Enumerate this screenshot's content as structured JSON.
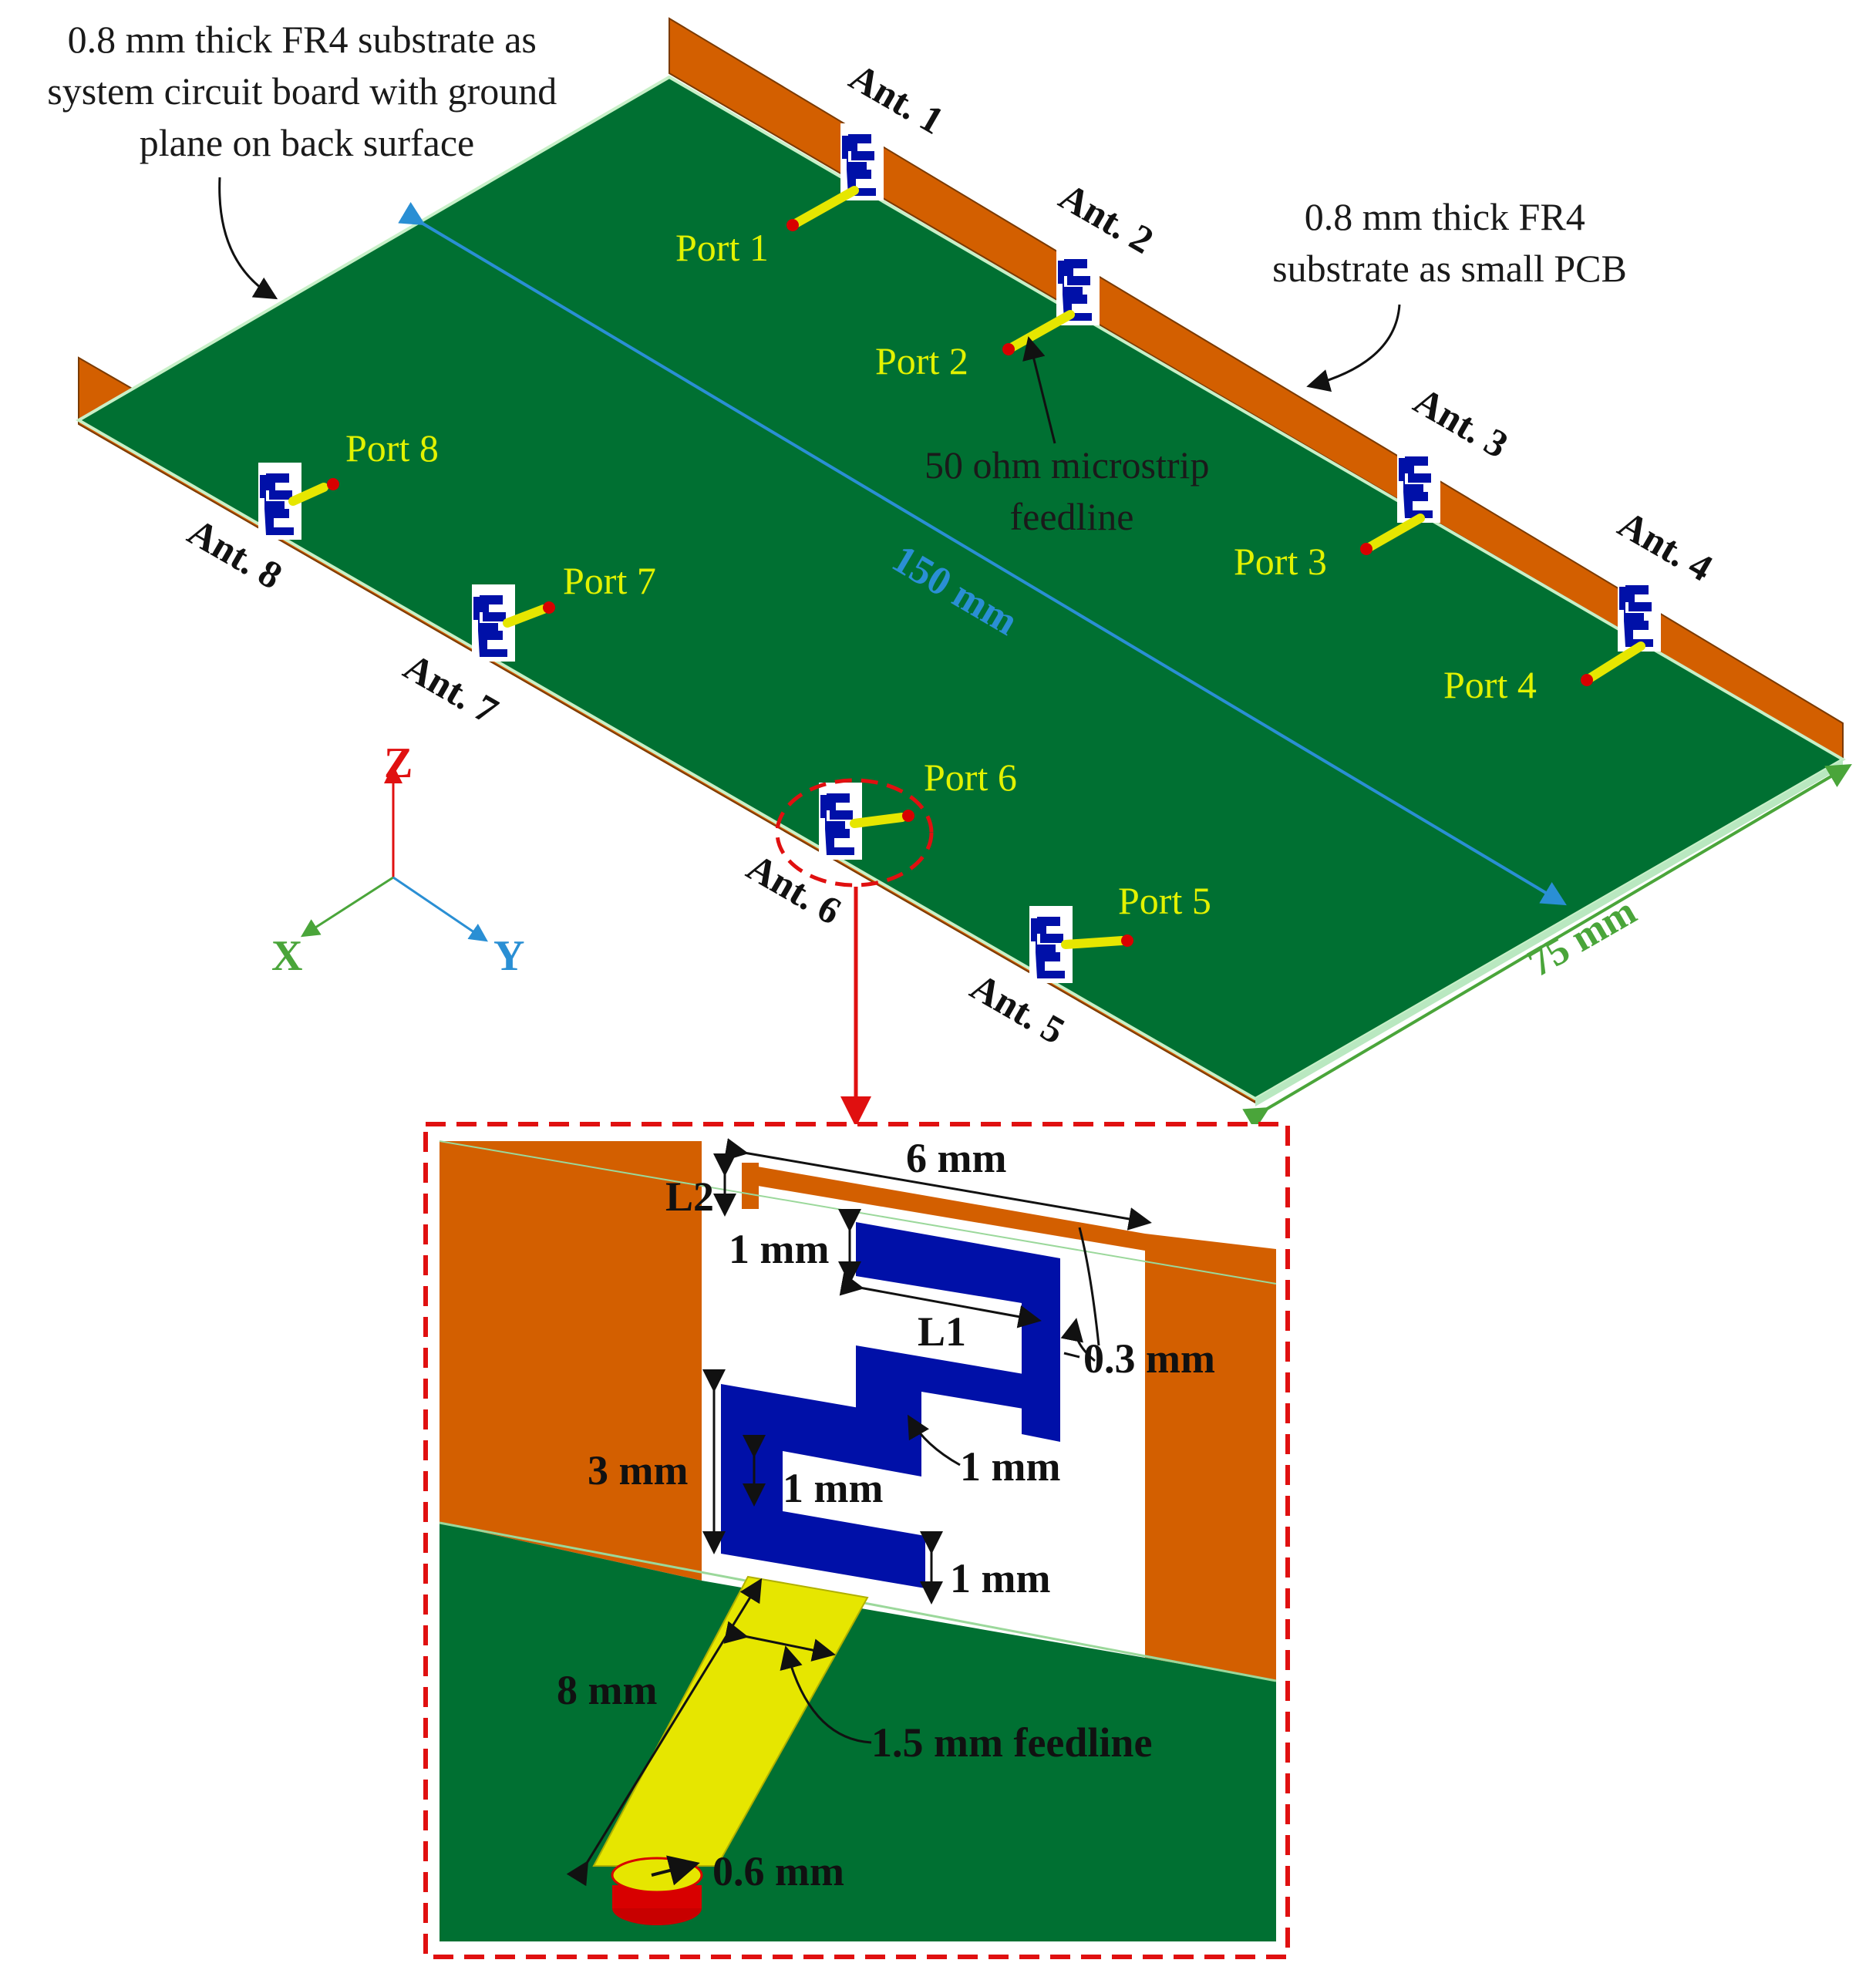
{
  "colors": {
    "board_green": "#007032",
    "fr4_orange": "#d35f00",
    "patch_blue": "#0010a8",
    "feed_yellow": "#e6e600",
    "port_red": "#d80000",
    "dim_blue": "#2a8fd4",
    "dim_green": "#4aa53a",
    "highlight_red": "#e01010",
    "port_label": "#e2f200",
    "axis_x": "#4aa53a",
    "axis_y": "#2a8fd4",
    "axis_z": "#e01010"
  },
  "annotations": {
    "system_board": [
      "0.8 mm thick FR4 substrate as",
      "system circuit board with ground",
      "plane on back surface"
    ],
    "small_pcb": [
      "0.8 mm thick FR4",
      "substrate as small PCB"
    ],
    "microstrip": [
      "50 ohm microstrip",
      "feedline"
    ]
  },
  "ports": [
    "Port 1",
    "Port 2",
    "Port 3",
    "Port 4",
    "Port 5",
    "Port 6",
    "Port 7",
    "Port 8"
  ],
  "antennas": [
    "Ant. 1",
    "Ant. 2",
    "Ant. 3",
    "Ant. 4",
    "Ant. 5",
    "Ant. 6",
    "Ant. 7",
    "Ant. 8"
  ],
  "dimensions": {
    "length": "150 mm",
    "width": "75 mm"
  },
  "axes": {
    "x": "X",
    "y": "Y",
    "z": "Z"
  },
  "detail": {
    "d_6mm": "6 mm",
    "d_L2": "L2",
    "d_1mm_top": "1 mm",
    "d_L1": "L1",
    "d_03mm": "0.3 mm",
    "d_1mm_mid": "1 mm",
    "d_3mm": "3 mm",
    "d_1mm_inner": "1 mm",
    "d_1mm_bottom": "1 mm",
    "d_8mm": "8 mm",
    "d_feedline": "1.5 mm feedline",
    "d_06mm": "0.6 mm"
  }
}
